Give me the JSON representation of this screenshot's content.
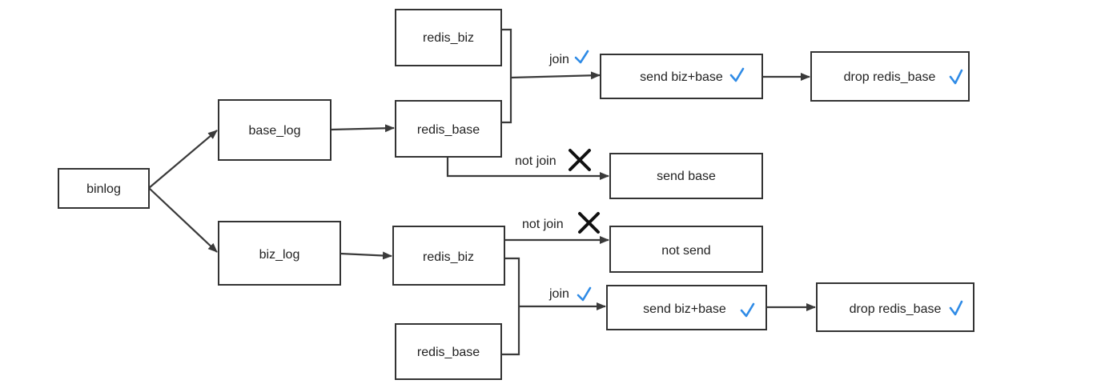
{
  "nodes": {
    "binlog": "binlog",
    "base_log": "base_log",
    "biz_log": "biz_log",
    "top_redis_biz": "redis_biz",
    "top_redis_base": "redis_base",
    "top_send_biz_base": "send biz+base",
    "top_drop_redis_base": "drop redis_base",
    "top_send_base": "send base",
    "bottom_redis_biz": "redis_biz",
    "bottom_redis_base": "redis_base",
    "bottom_not_send": "not send",
    "bottom_send_biz_base": "send biz+base",
    "bottom_drop_redis_base": "drop redis_base"
  },
  "edge_labels": {
    "top_join": "join",
    "top_not_join": "not join",
    "bottom_not_join": "not join",
    "bottom_join": "join"
  },
  "marks": {
    "check": "check-icon",
    "cross": "cross-icon"
  },
  "colors": {
    "check": "#2f8be6",
    "cross": "#111111",
    "stroke": "#333333"
  }
}
